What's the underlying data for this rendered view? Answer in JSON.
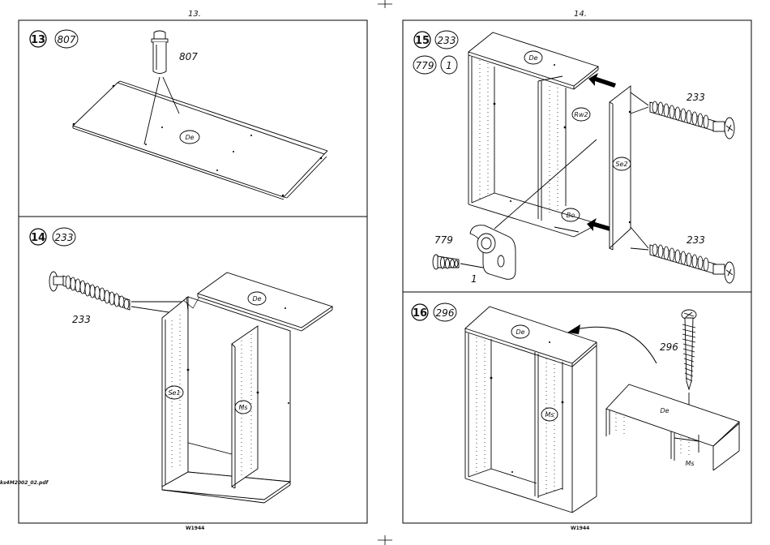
{
  "pages": [
    {
      "page_number": "13.",
      "footer_code": "W1944"
    },
    {
      "page_number": "14.",
      "footer_code": "W1944"
    }
  ],
  "margin_filename": "ks4M2002_02.pdf",
  "steps": [
    {
      "number": "13",
      "parts": [
        "807"
      ],
      "callouts": [
        "807"
      ],
      "labels": [
        "De"
      ]
    },
    {
      "number": "14",
      "parts": [
        "233"
      ],
      "callouts": [
        "233"
      ],
      "labels": [
        "De",
        "Se1",
        "Ms"
      ]
    },
    {
      "number": "15",
      "parts": [
        "233",
        "779",
        "1"
      ],
      "callouts": [
        "233",
        "233",
        "779",
        "1"
      ],
      "labels": [
        "De",
        "Rw2",
        "Se2",
        "Bo"
      ]
    },
    {
      "number": "16",
      "parts": [
        "296"
      ],
      "callouts": [
        "296"
      ],
      "labels": [
        "De",
        "Ms",
        "De",
        "Ms"
      ]
    }
  ]
}
